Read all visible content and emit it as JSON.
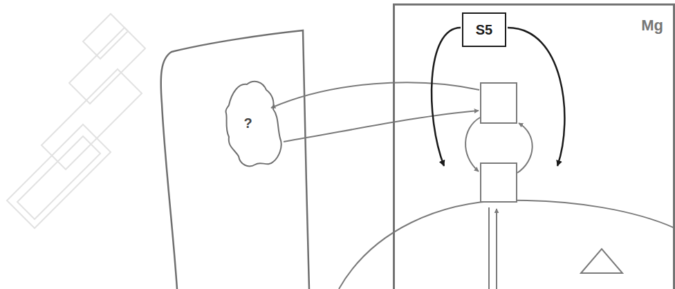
{
  "diagram": {
    "nodes": [
      {
        "text": [
          "Mg"
        ]
      },
      {
        "text": [
          "S5"
        ],
        "in": 0
      },
      {
        "text": [
          "?"
        ]
      }
    ]
  }
}
